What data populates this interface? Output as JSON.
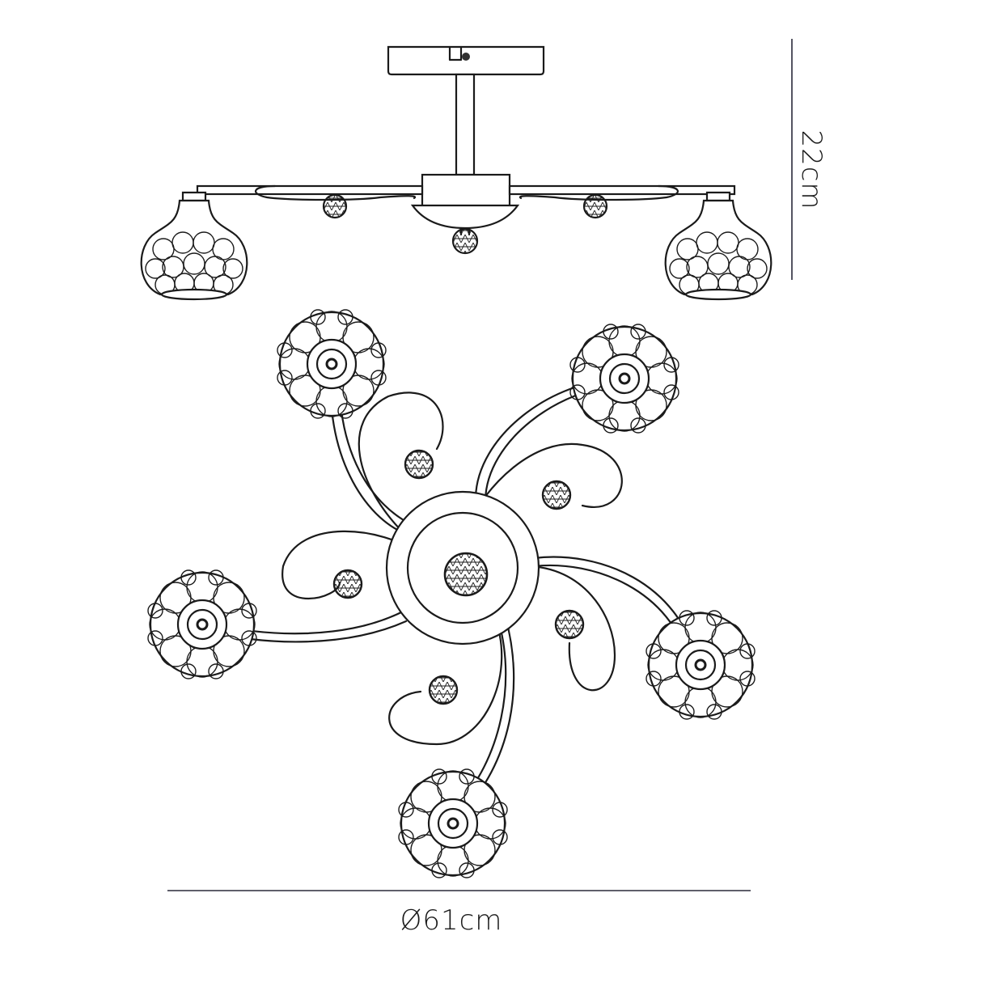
{
  "drawing": {
    "subject": "5-light ceiling fixture with crystal accents",
    "views": [
      "side elevation",
      "plan view from below"
    ]
  },
  "dimensions": {
    "height": "22cm",
    "diameter": "Ø61cm"
  },
  "colors": {
    "line": "#1a1a1a",
    "dimension_line": "#2a2a3a",
    "background": "#ffffff"
  }
}
